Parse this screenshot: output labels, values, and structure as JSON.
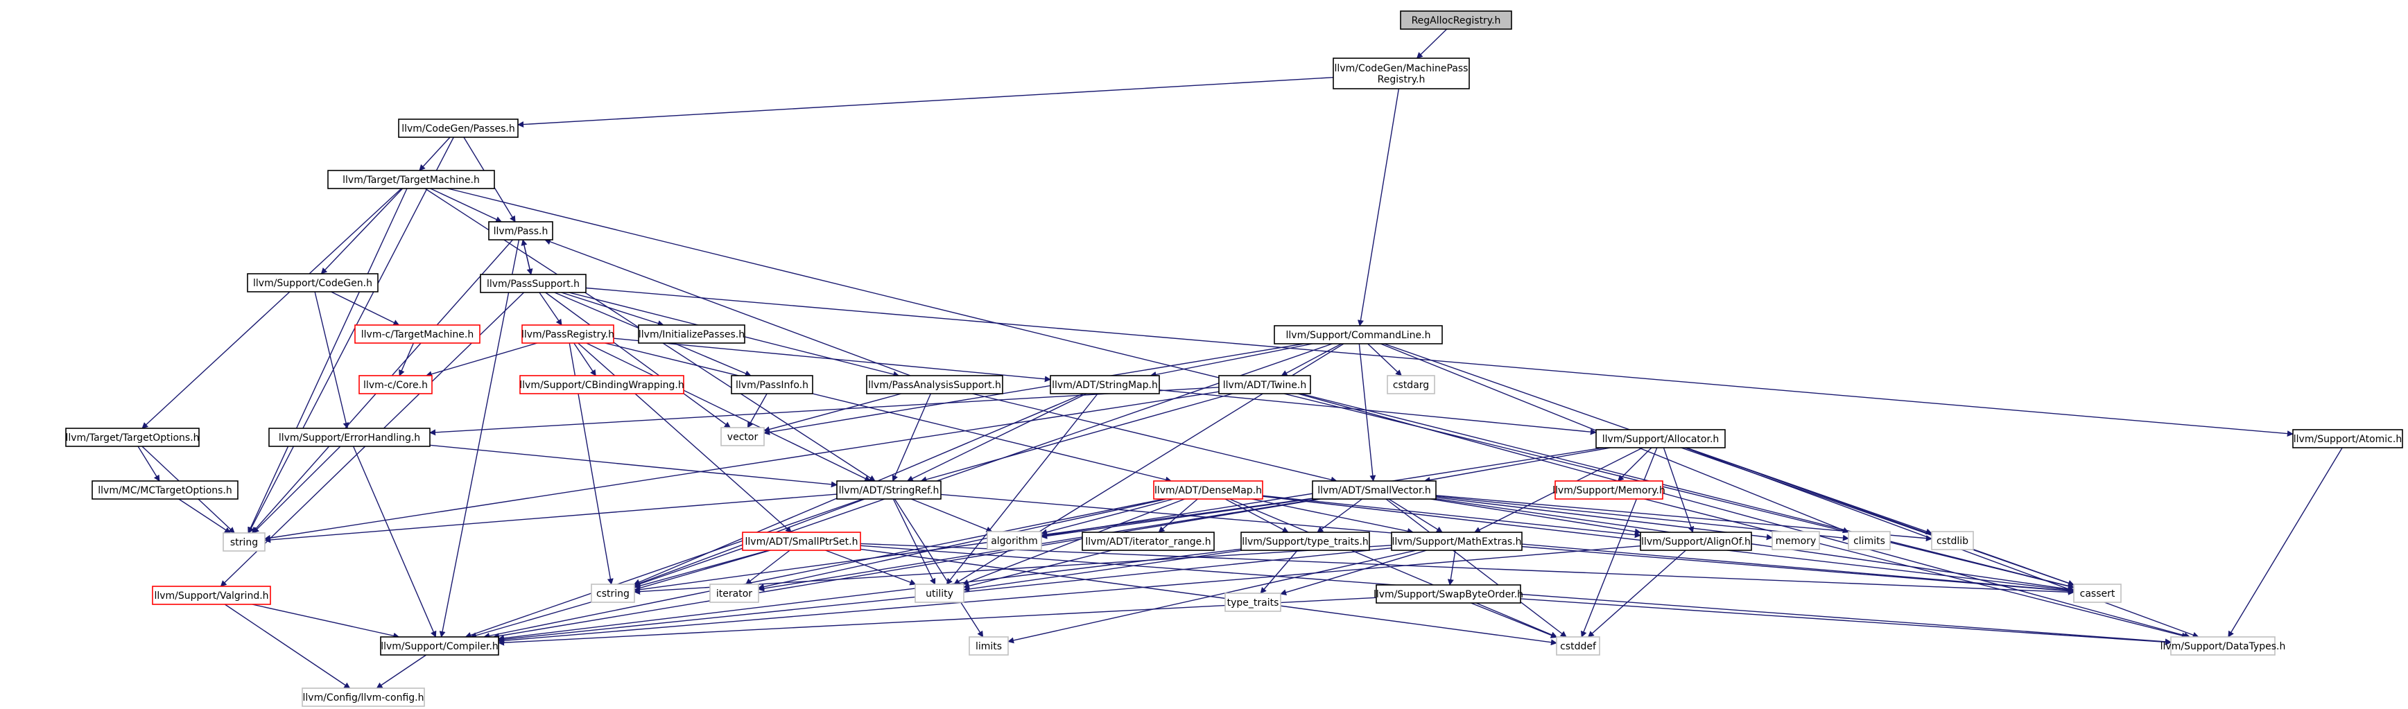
{
  "colors": {
    "edge": "#191970",
    "border_normal": "#000000",
    "border_incomplete": "#ff0000",
    "border_system": "#bfbfbf",
    "fill_root": "#bfbfbf",
    "fill_default": "#ffffff",
    "text": "#000000"
  },
  "nodes": [
    {
      "id": "n0",
      "label": "RegAllocRegistry.h",
      "kind": "root"
    },
    {
      "id": "n1",
      "label": "llvm/CodeGen/MachinePass\nRegistry.h",
      "kind": "normal"
    },
    {
      "id": "n2",
      "label": "llvm/CodeGen/Passes.h",
      "kind": "normal"
    },
    {
      "id": "n3",
      "label": "llvm/Support/CommandLine.h",
      "kind": "normal"
    },
    {
      "id": "n4",
      "label": "llvm/Target/TargetMachine.h",
      "kind": "normal"
    },
    {
      "id": "n5",
      "label": "llvm/Pass.h",
      "kind": "normal"
    },
    {
      "id": "n6",
      "label": "string",
      "kind": "system"
    },
    {
      "id": "n7",
      "label": "llvm/Support/CodeGen.h",
      "kind": "normal"
    },
    {
      "id": "n8",
      "label": "llvm/PassSupport.h",
      "kind": "normal"
    },
    {
      "id": "n9",
      "label": "llvm/Support/Compiler.h",
      "kind": "normal"
    },
    {
      "id": "n10",
      "label": "llvm-c/TargetMachine.h",
      "kind": "incomplete"
    },
    {
      "id": "n11",
      "label": "llvm/PassRegistry.h",
      "kind": "incomplete"
    },
    {
      "id": "n12",
      "label": "llvm/InitializePasses.h",
      "kind": "normal"
    },
    {
      "id": "n13",
      "label": "llvm/Support/CBindingWrapping.h",
      "kind": "incomplete"
    },
    {
      "id": "n14",
      "label": "llvm-c/Core.h",
      "kind": "incomplete"
    },
    {
      "id": "n15",
      "label": "llvm/PassInfo.h",
      "kind": "normal"
    },
    {
      "id": "n16",
      "label": "llvm/PassAnalysisSupport.h",
      "kind": "normal"
    },
    {
      "id": "n17",
      "label": "llvm/ADT/StringMap.h",
      "kind": "normal"
    },
    {
      "id": "n18",
      "label": "llvm/ADT/Twine.h",
      "kind": "normal"
    },
    {
      "id": "n19",
      "label": "cstdarg",
      "kind": "system"
    },
    {
      "id": "n20",
      "label": "vector",
      "kind": "system"
    },
    {
      "id": "n21",
      "label": "llvm/Support/Allocator.h",
      "kind": "normal"
    },
    {
      "id": "n22",
      "label": "llvm/Support/Atomic.h",
      "kind": "normal"
    },
    {
      "id": "n23",
      "label": "llvm/Target/TargetOptions.h",
      "kind": "normal"
    },
    {
      "id": "n24",
      "label": "llvm/Support/ErrorHandling.h",
      "kind": "normal"
    },
    {
      "id": "n25",
      "label": "llvm/MC/MCTargetOptions.h",
      "kind": "normal"
    },
    {
      "id": "n26",
      "label": "llvm/ADT/StringRef.h",
      "kind": "normal"
    },
    {
      "id": "n27",
      "label": "llvm/ADT/DenseMap.h",
      "kind": "incomplete"
    },
    {
      "id": "n28",
      "label": "llvm/ADT/SmallVector.h",
      "kind": "normal"
    },
    {
      "id": "n29",
      "label": "llvm/Support/Memory.h",
      "kind": "incomplete"
    },
    {
      "id": "n30",
      "label": "algorithm",
      "kind": "system"
    },
    {
      "id": "n31",
      "label": "memory",
      "kind": "system"
    },
    {
      "id": "n32",
      "label": "climits",
      "kind": "system"
    },
    {
      "id": "n33",
      "label": "cstdlib",
      "kind": "system"
    },
    {
      "id": "n34",
      "label": "llvm/ADT/SmallPtrSet.h",
      "kind": "incomplete"
    },
    {
      "id": "n35",
      "label": "llvm/ADT/iterator_range.h",
      "kind": "normal"
    },
    {
      "id": "n36",
      "label": "llvm/Support/type_traits.h",
      "kind": "normal"
    },
    {
      "id": "n37",
      "label": "llvm/Support/MathExtras.h",
      "kind": "normal"
    },
    {
      "id": "n38",
      "label": "llvm/Support/AlignOf.h",
      "kind": "normal"
    },
    {
      "id": "n39",
      "label": "cstring",
      "kind": "system"
    },
    {
      "id": "n40",
      "label": "iterator",
      "kind": "system"
    },
    {
      "id": "n41",
      "label": "utility",
      "kind": "system"
    },
    {
      "id": "n42",
      "label": "cassert",
      "kind": "system"
    },
    {
      "id": "n43",
      "label": "type_traits",
      "kind": "system"
    },
    {
      "id": "n44",
      "label": "llvm/Support/Valgrind.h",
      "kind": "incomplete"
    },
    {
      "id": "n45",
      "label": "llvm/Support/SwapByteOrder.h",
      "kind": "normal"
    },
    {
      "id": "n46",
      "label": "limits",
      "kind": "system"
    },
    {
      "id": "n47",
      "label": "cstddef",
      "kind": "system"
    },
    {
      "id": "n48",
      "label": "llvm/Support/DataTypes.h",
      "kind": "system"
    },
    {
      "id": "n49",
      "label": "llvm/Config/llvm-config.h",
      "kind": "system"
    }
  ],
  "edges": [
    [
      "n0",
      "n1"
    ],
    [
      "n1",
      "n2"
    ],
    [
      "n1",
      "n3"
    ],
    [
      "n2",
      "n4"
    ],
    [
      "n2",
      "n5"
    ],
    [
      "n2",
      "n6"
    ],
    [
      "n4",
      "n5"
    ],
    [
      "n4",
      "n7"
    ],
    [
      "n4",
      "n23"
    ],
    [
      "n4",
      "n6"
    ],
    [
      "n4",
      "n26"
    ],
    [
      "n4",
      "n42"
    ],
    [
      "n5",
      "n8"
    ],
    [
      "n5",
      "n9"
    ],
    [
      "n5",
      "n6"
    ],
    [
      "n8",
      "n5"
    ],
    [
      "n8",
      "n11"
    ],
    [
      "n8",
      "n12"
    ],
    [
      "n8",
      "n15"
    ],
    [
      "n8",
      "n16"
    ],
    [
      "n8",
      "n22"
    ],
    [
      "n8",
      "n44"
    ],
    [
      "n8",
      "n20"
    ],
    [
      "n7",
      "n10"
    ],
    [
      "n7",
      "n24"
    ],
    [
      "n10",
      "n14"
    ],
    [
      "n11",
      "n13"
    ],
    [
      "n11",
      "n14"
    ],
    [
      "n11",
      "n17"
    ],
    [
      "n11",
      "n26"
    ],
    [
      "n11",
      "n27"
    ],
    [
      "n11",
      "n34"
    ],
    [
      "n11",
      "n39"
    ],
    [
      "n15",
      "n20"
    ],
    [
      "n16",
      "n5"
    ],
    [
      "n16",
      "n26"
    ],
    [
      "n16",
      "n28"
    ],
    [
      "n16",
      "n20"
    ],
    [
      "n3",
      "n17"
    ],
    [
      "n3",
      "n18"
    ],
    [
      "n3",
      "n28"
    ],
    [
      "n3",
      "n19"
    ],
    [
      "n3",
      "n42"
    ],
    [
      "n3",
      "n20"
    ],
    [
      "n3",
      "n32"
    ],
    [
      "n3",
      "n39"
    ],
    [
      "n3",
      "n41"
    ],
    [
      "n17",
      "n21"
    ],
    [
      "n17",
      "n26"
    ],
    [
      "n17",
      "n39"
    ],
    [
      "n17",
      "n41"
    ],
    [
      "n18",
      "n24"
    ],
    [
      "n18",
      "n26"
    ],
    [
      "n18",
      "n48"
    ],
    [
      "n18",
      "n42"
    ],
    [
      "n18",
      "n6"
    ],
    [
      "n21",
      "n28"
    ],
    [
      "n21",
      "n29"
    ],
    [
      "n21",
      "n37"
    ],
    [
      "n21",
      "n38"
    ],
    [
      "n21",
      "n42"
    ],
    [
      "n21",
      "n47"
    ],
    [
      "n21",
      "n33"
    ],
    [
      "n21",
      "n48"
    ],
    [
      "n21",
      "n30"
    ],
    [
      "n22",
      "n48"
    ],
    [
      "n23",
      "n25"
    ],
    [
      "n23",
      "n6"
    ],
    [
      "n25",
      "n6"
    ],
    [
      "n24",
      "n26"
    ],
    [
      "n24",
      "n9"
    ],
    [
      "n24",
      "n6"
    ],
    [
      "n26",
      "n9"
    ],
    [
      "n26",
      "n30"
    ],
    [
      "n26",
      "n39"
    ],
    [
      "n26",
      "n41"
    ],
    [
      "n26",
      "n6"
    ],
    [
      "n26",
      "n42"
    ],
    [
      "n26",
      "n46"
    ],
    [
      "n27",
      "n37"
    ],
    [
      "n27",
      "n38"
    ],
    [
      "n27",
      "n36"
    ],
    [
      "n27",
      "n35"
    ],
    [
      "n27",
      "n30"
    ],
    [
      "n27",
      "n42"
    ],
    [
      "n27",
      "n47"
    ],
    [
      "n27",
      "n40"
    ],
    [
      "n27",
      "n41"
    ],
    [
      "n27",
      "n9"
    ],
    [
      "n28",
      "n38"
    ],
    [
      "n28",
      "n9"
    ],
    [
      "n28",
      "n36"
    ],
    [
      "n28",
      "n37"
    ],
    [
      "n28",
      "n30"
    ],
    [
      "n28",
      "n31"
    ],
    [
      "n28",
      "n33"
    ],
    [
      "n28",
      "n47"
    ],
    [
      "n28",
      "n40"
    ],
    [
      "n28",
      "n39"
    ],
    [
      "n28",
      "n42"
    ],
    [
      "n28",
      "n32"
    ],
    [
      "n29",
      "n48"
    ],
    [
      "n34",
      "n9"
    ],
    [
      "n34",
      "n39"
    ],
    [
      "n34",
      "n40"
    ],
    [
      "n34",
      "n41"
    ],
    [
      "n34",
      "n42"
    ],
    [
      "n34",
      "n47"
    ],
    [
      "n34",
      "n48"
    ],
    [
      "n35",
      "n41"
    ],
    [
      "n36",
      "n41"
    ],
    [
      "n36",
      "n43"
    ],
    [
      "n36",
      "n9"
    ],
    [
      "n37",
      "n45"
    ],
    [
      "n37",
      "n9"
    ],
    [
      "n37",
      "n39"
    ],
    [
      "n37",
      "n42"
    ],
    [
      "n37",
      "n43"
    ],
    [
      "n37",
      "n46"
    ],
    [
      "n38",
      "n47"
    ],
    [
      "n38",
      "n9"
    ],
    [
      "n44",
      "n9"
    ],
    [
      "n44",
      "n49"
    ],
    [
      "n45",
      "n9"
    ],
    [
      "n45",
      "n47"
    ],
    [
      "n45",
      "n48"
    ],
    [
      "n9",
      "n49"
    ]
  ]
}
